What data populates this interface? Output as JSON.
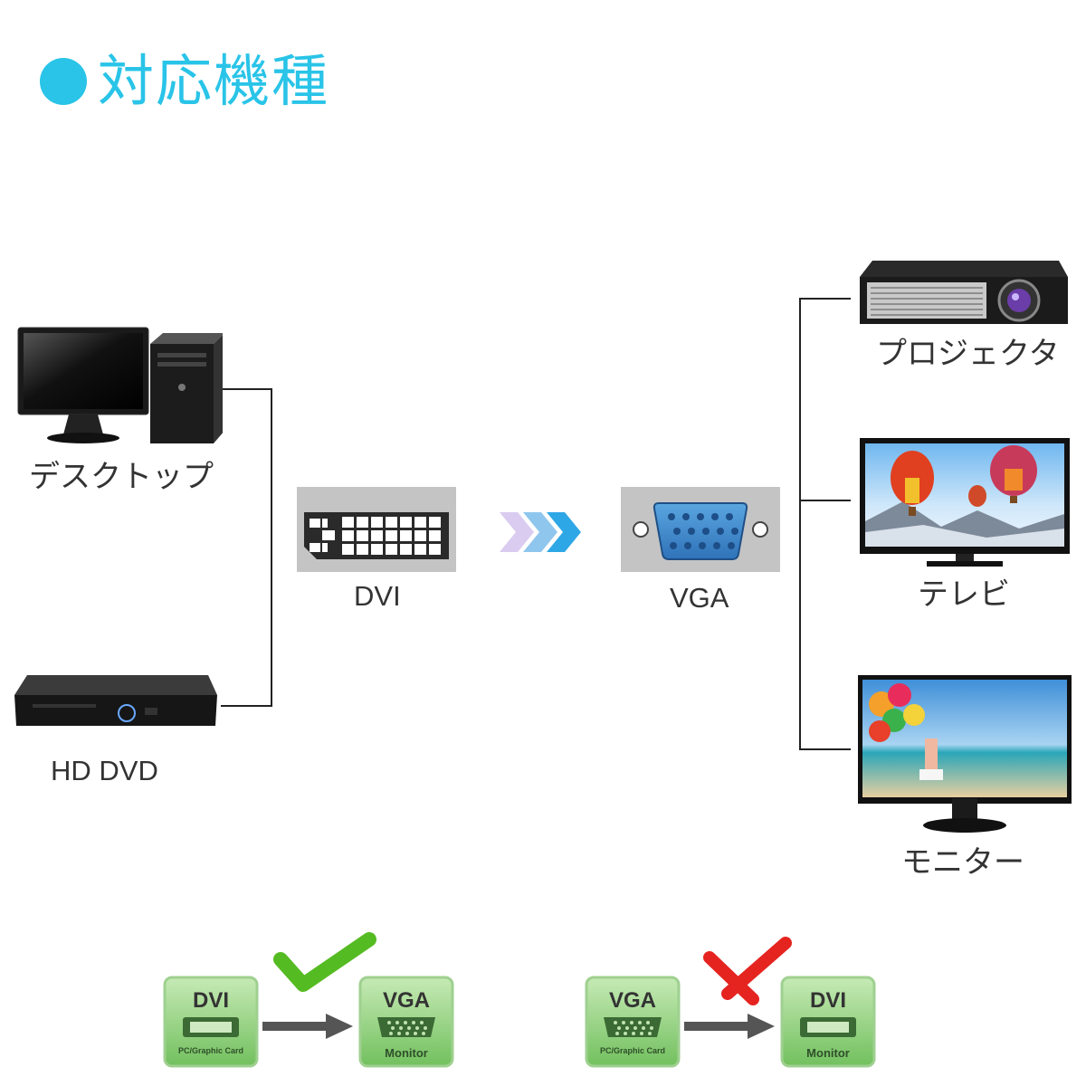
{
  "header": {
    "title": "対応機種"
  },
  "sources": [
    {
      "label": "デスクトップ"
    },
    {
      "label": "HD DVD"
    }
  ],
  "conversion": {
    "input_label": "DVI",
    "output_label": "VGA"
  },
  "outputs": [
    {
      "label": "プロジェクタ"
    },
    {
      "label": "テレビ"
    },
    {
      "label": "モニター"
    }
  ],
  "compatibility": [
    {
      "from_title": "DVI",
      "from_sub": "PC/Graphic Card",
      "to_title": "VGA",
      "to_sub": "Monitor",
      "supported": true
    },
    {
      "from_title": "VGA",
      "from_sub": "PC/Graphic Card",
      "to_title": "DVI",
      "to_sub": "Monitor",
      "supported": false
    }
  ],
  "colors": {
    "accent": "#29c4e8",
    "card_green": "#8fd37f",
    "check": "#55bb22",
    "cross": "#e52420",
    "vga_blue": "#3a86c8"
  }
}
